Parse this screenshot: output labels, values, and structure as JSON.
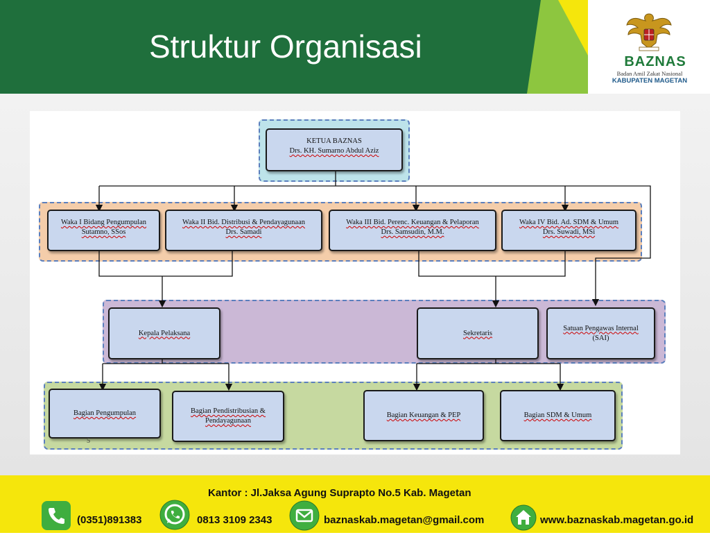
{
  "slide": {
    "title": "Struktur Organisasi",
    "page_number": "5"
  },
  "logo": {
    "name": "BAZNAS",
    "subtitle": "Badan Amil Zakat Nasional",
    "region": "KABUPATEN MAGETAN"
  },
  "org": {
    "ketua": {
      "line1": "KETUA BAZNAS",
      "line2": "Drs. KH. Sumarno Abdul Aziz"
    },
    "waka": [
      {
        "line1": "Waka I Bidang Pengumpulan",
        "line2": "Sutamno, SSos"
      },
      {
        "line1": "Waka II Bid. Distribusi & Pendayagunaan",
        "line2": "Drs. Samadi"
      },
      {
        "line1": "Waka III Bid. Perenc. Keuangan & Pelaporan",
        "line2": "Drs. Samsudin, M.M."
      },
      {
        "line1": "Waka IV Bid. Ad. SDM & Umum",
        "line2": "Drs. Suwadi, MSi"
      }
    ],
    "kepala_pelaksana": "Kepala Pelaksana",
    "sekretaris": "Sekretaris",
    "sai": {
      "line1": "Satuan Pengawas Internal",
      "line2": "(SAI)"
    },
    "bagian": [
      {
        "line1": "Bagian Pengumpulan",
        "line2": ""
      },
      {
        "line1": "Bagian Pendistribusian &",
        "line2": "Pendayagunaan"
      },
      {
        "line1": "Bagian Keuangan & PEP",
        "line2": ""
      },
      {
        "line1": "Bagian SDM & Umum",
        "line2": ""
      }
    ]
  },
  "footer": {
    "address": "Kantor : Jl.Jaksa Agung Suprapto No.5 Kab. Magetan",
    "phone": "(0351)891383",
    "whatsapp": "0813 3109 2343",
    "email": "baznaskab.magetan@gmail.com",
    "website": "www.baznaskab.magetan.go.id"
  },
  "colors": {
    "header_green": "#1f6f3c",
    "accent_lime": "#8dc63f",
    "accent_yellow": "#f5e60c",
    "box_fill": "#c9d7ee",
    "group_ketua": "#bde3ea",
    "group_waka": "#f4cdaa",
    "group_pelaksana": "#cbb8d6",
    "group_bagian": "#c6d9a0"
  },
  "icons": [
    "phone-icon",
    "whatsapp-icon",
    "email-icon",
    "home-icon"
  ]
}
